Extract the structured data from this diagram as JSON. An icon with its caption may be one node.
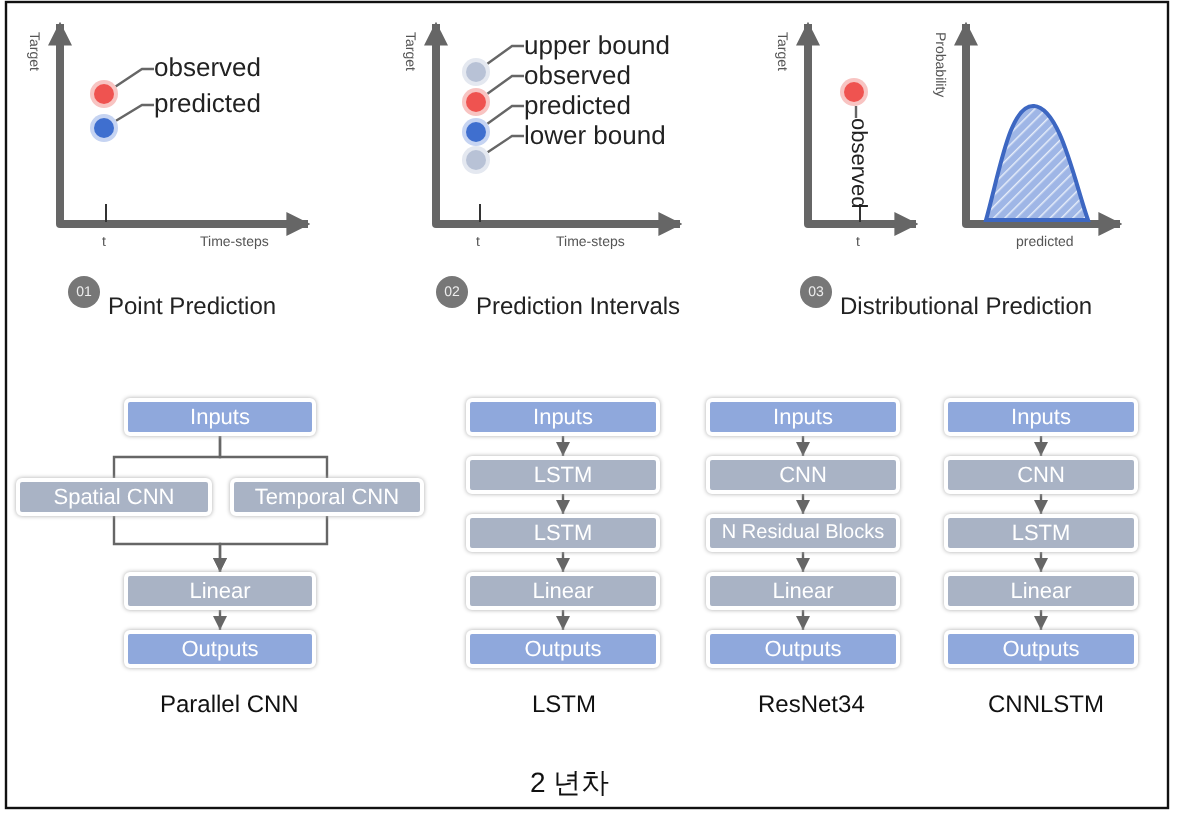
{
  "diagram": {
    "caption": "2 년차",
    "nodes": [
      {
        "text": [],
        "shape": "circle"
      },
      {
        "text": [],
        "shape": "circle"
      },
      {
        "text": [
          "observed"
        ]
      },
      {
        "text": [
          "predicted"
        ]
      },
      {
        "text": [
          "01"
        ],
        "beside": [
          "Point Prediction"
        ]
      },
      {
        "text": [],
        "shape": "circle"
      },
      {
        "text": [],
        "shape": "circle"
      },
      {
        "text": [],
        "shape": "circle"
      },
      {
        "text": [],
        "shape": "circle"
      },
      {
        "text": [
          "upper bound"
        ]
      },
      {
        "text": [
          "observed"
        ]
      },
      {
        "text": [
          "predicted"
        ]
      },
      {
        "text": [
          "lower bound"
        ]
      },
      {
        "text": [
          "02"
        ],
        "beside": [
          "Prediction Intervals"
        ]
      },
      {
        "text": [],
        "shape": "circle"
      },
      {
        "text": [
          "observed"
        ]
      },
      {
        "text": [
          "03"
        ],
        "beside": [
          "Distributional Prediction"
        ]
      },
      {
        "text": [
          "Inputs"
        ]
      },
      {
        "text": [
          "Spatial CNN"
        ]
      },
      {
        "text": [
          "Temporal CNN"
        ]
      },
      {
        "text": [
          "Linear"
        ]
      },
      {
        "text": [
          "Outputs"
        ]
      },
      {
        "text": [
          "Inputs"
        ]
      },
      {
        "text": [
          "LSTM"
        ]
      },
      {
        "text": [
          "LSTM"
        ]
      },
      {
        "text": [
          "Linear"
        ]
      },
      {
        "text": [
          "Outputs"
        ]
      },
      {
        "text": [
          "Inputs"
        ]
      },
      {
        "text": [
          "CNN"
        ]
      },
      {
        "text": [
          "N Residual Blocks"
        ]
      },
      {
        "text": [
          "Linear"
        ]
      },
      {
        "text": [
          "Outputs"
        ]
      },
      {
        "text": [
          "Inputs"
        ]
      },
      {
        "text": [
          "CNN"
        ]
      },
      {
        "text": [
          "LSTM"
        ]
      },
      {
        "text": [
          "Linear"
        ]
      },
      {
        "text": [
          "Outputs"
        ]
      }
    ],
    "edges": [
      {
        "from": 2,
        "to": 0,
        "arrow": "none"
      },
      {
        "from": 3,
        "to": 1,
        "arrow": "none"
      },
      {
        "from": 9,
        "to": 5,
        "arrow": "none"
      },
      {
        "from": 10,
        "to": 6,
        "arrow": "none"
      },
      {
        "from": 11,
        "to": 7,
        "arrow": "none"
      },
      {
        "from": 12,
        "to": 8,
        "arrow": "none"
      },
      {
        "from": 15,
        "to": 14,
        "arrow": "none"
      },
      {
        "from": 17,
        "to": 18,
        "arrow": "none"
      },
      {
        "from": 17,
        "to": 19,
        "arrow": "none"
      },
      {
        "from": 18,
        "to": 20,
        "arrow": "to"
      },
      {
        "from": 19,
        "to": 20,
        "arrow": "to"
      },
      {
        "from": 20,
        "to": 21,
        "arrow": "to"
      },
      {
        "from": 22,
        "to": 23,
        "arrow": "to"
      },
      {
        "from": 23,
        "to": 24,
        "arrow": "to"
      },
      {
        "from": 24,
        "to": 25,
        "arrow": "to"
      },
      {
        "from": 25,
        "to": 26,
        "arrow": "to"
      },
      {
        "from": 27,
        "to": 28,
        "arrow": "to"
      },
      {
        "from": 28,
        "to": 29,
        "arrow": "to"
      },
      {
        "from": 29,
        "to": 30,
        "arrow": "to"
      },
      {
        "from": 30,
        "to": 31,
        "arrow": "to"
      },
      {
        "from": 32,
        "to": 33,
        "arrow": "to"
      },
      {
        "from": 33,
        "to": 34,
        "arrow": "to"
      },
      {
        "from": 34,
        "to": 35,
        "arrow": "to"
      },
      {
        "from": 35,
        "to": 36,
        "arrow": "to"
      }
    ],
    "labels": [
      "Target",
      "t",
      "Time-steps",
      "Target",
      "t",
      "Time-steps",
      "Target",
      "t",
      "Probability",
      "predicted",
      "Parallel CNN",
      "LSTM",
      "ResNet34",
      "CNNLSTM"
    ]
  }
}
